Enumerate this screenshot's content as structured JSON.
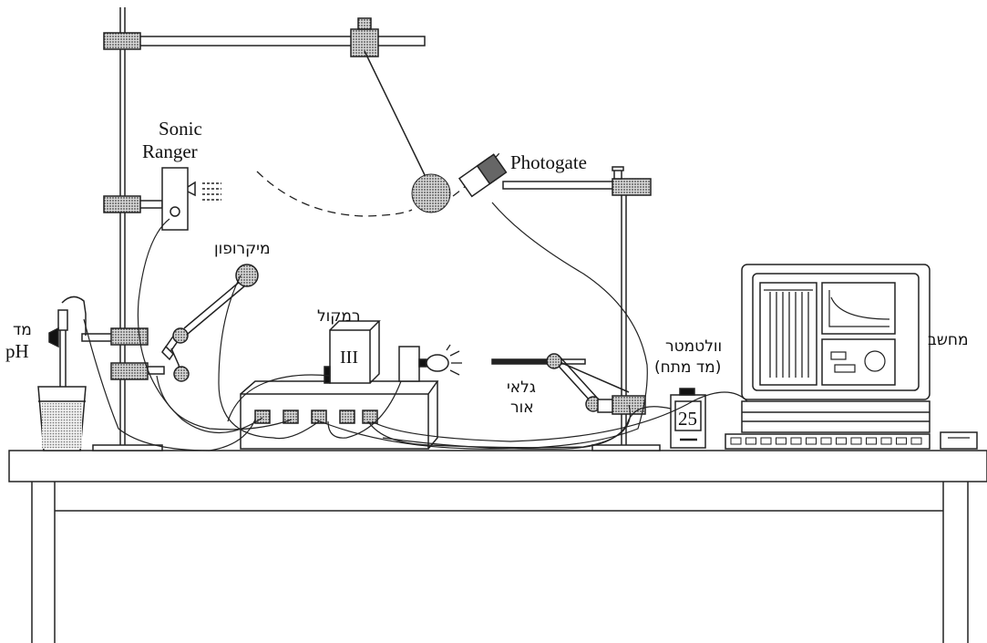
{
  "labels": {
    "sonic_ranger_line1": "Sonic",
    "sonic_ranger_line2": "Ranger",
    "photogate": "Photogate",
    "microphone": "מיקרופון",
    "speaker": "רמקול",
    "ph_meter_line1": "מד",
    "ph_meter_line2": "pH",
    "light_detector_line1": "גלאי",
    "light_detector_line2": "אור",
    "voltmeter_line1": "וולטמטר",
    "voltmeter_line2": "(מד מתח)",
    "computer": "מחשב"
  },
  "voltmeter_display": "25",
  "speaker_display": "III"
}
